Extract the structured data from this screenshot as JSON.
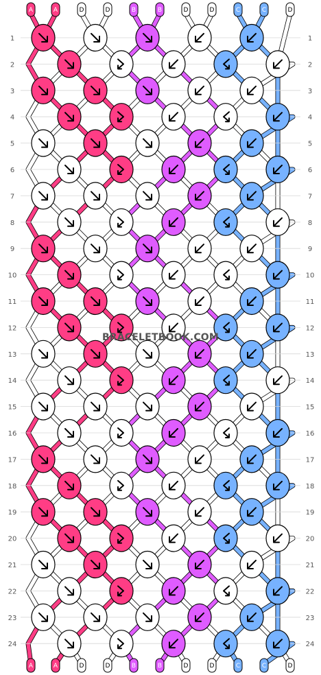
{
  "site": {
    "watermark": "BRACELETBOOK.COM"
  },
  "colors": {
    "A": "#ff3d85",
    "B": "#df5cff",
    "C": "#77b2ff",
    "D": "#ffffff"
  },
  "strands": [
    "A",
    "A",
    "D",
    "D",
    "B",
    "B",
    "D",
    "D",
    "C",
    "C",
    "D"
  ],
  "row_numbers": [
    "1",
    "2",
    "3",
    "4",
    "5",
    "6",
    "7",
    "8",
    "9",
    "10",
    "11",
    "12",
    "13",
    "14",
    "15",
    "16",
    "17",
    "18",
    "19",
    "20",
    "21",
    "22",
    "23",
    "24"
  ],
  "knots": [
    [
      [
        "A",
        "R"
      ],
      [
        "D",
        "R"
      ],
      [
        "B",
        "R"
      ],
      [
        "D",
        "L"
      ],
      [
        "C",
        "L"
      ]
    ],
    [
      [
        "A",
        "R"
      ],
      [
        "D",
        "RL"
      ],
      [
        "D",
        "L"
      ],
      [
        "C",
        "LR"
      ],
      [
        "D",
        "L"
      ]
    ],
    [
      [
        "A",
        "R"
      ],
      [
        "A",
        "R"
      ],
      [
        "B",
        "R"
      ],
      [
        "D",
        "L"
      ],
      [
        "D",
        "L"
      ]
    ],
    [
      [
        "A",
        "R"
      ],
      [
        "A",
        "RL"
      ],
      [
        "D",
        "L"
      ],
      [
        "D",
        "LR"
      ],
      [
        "C",
        "L"
      ]
    ],
    [
      [
        "D",
        "R"
      ],
      [
        "A",
        "R"
      ],
      [
        "D",
        "R"
      ],
      [
        "B",
        "L"
      ],
      [
        "C",
        "L"
      ]
    ],
    [
      [
        "D",
        "R"
      ],
      [
        "A",
        "RL"
      ],
      [
        "B",
        "L"
      ],
      [
        "C",
        "LR"
      ],
      [
        "C",
        "L"
      ]
    ],
    [
      [
        "D",
        "R"
      ],
      [
        "D",
        "R"
      ],
      [
        "D",
        "R"
      ],
      [
        "B",
        "L"
      ],
      [
        "C",
        "L"
      ]
    ],
    [
      [
        "D",
        "R"
      ],
      [
        "D",
        "RL"
      ],
      [
        "B",
        "L"
      ],
      [
        "C",
        "LR"
      ],
      [
        "D",
        "L"
      ]
    ],
    [
      [
        "A",
        "R"
      ],
      [
        "D",
        "R"
      ],
      [
        "B",
        "R"
      ],
      [
        "D",
        "L"
      ],
      [
        "D",
        "L"
      ]
    ],
    [
      [
        "A",
        "R"
      ],
      [
        "D",
        "RL"
      ],
      [
        "D",
        "L"
      ],
      [
        "D",
        "LR"
      ],
      [
        "C",
        "L"
      ]
    ],
    [
      [
        "A",
        "R"
      ],
      [
        "A",
        "R"
      ],
      [
        "B",
        "R"
      ],
      [
        "D",
        "L"
      ],
      [
        "C",
        "L"
      ]
    ],
    [
      [
        "A",
        "R"
      ],
      [
        "A",
        "RL"
      ],
      [
        "D",
        "L"
      ],
      [
        "C",
        "LR"
      ],
      [
        "C",
        "L"
      ]
    ],
    [
      [
        "D",
        "R"
      ],
      [
        "A",
        "R"
      ],
      [
        "D",
        "R"
      ],
      [
        "B",
        "L"
      ],
      [
        "C",
        "L"
      ]
    ],
    [
      [
        "D",
        "R"
      ],
      [
        "A",
        "RL"
      ],
      [
        "B",
        "L"
      ],
      [
        "C",
        "LR"
      ],
      [
        "D",
        "L"
      ]
    ],
    [
      [
        "D",
        "R"
      ],
      [
        "D",
        "R"
      ],
      [
        "D",
        "R"
      ],
      [
        "B",
        "L"
      ],
      [
        "D",
        "L"
      ]
    ],
    [
      [
        "D",
        "R"
      ],
      [
        "D",
        "RL"
      ],
      [
        "B",
        "L"
      ],
      [
        "D",
        "LR"
      ],
      [
        "C",
        "L"
      ]
    ],
    [
      [
        "A",
        "R"
      ],
      [
        "D",
        "R"
      ],
      [
        "B",
        "R"
      ],
      [
        "D",
        "L"
      ],
      [
        "C",
        "L"
      ]
    ],
    [
      [
        "A",
        "R"
      ],
      [
        "D",
        "RL"
      ],
      [
        "D",
        "L"
      ],
      [
        "C",
        "LR"
      ],
      [
        "C",
        "L"
      ]
    ],
    [
      [
        "A",
        "R"
      ],
      [
        "A",
        "R"
      ],
      [
        "B",
        "R"
      ],
      [
        "D",
        "L"
      ],
      [
        "C",
        "L"
      ]
    ],
    [
      [
        "A",
        "R"
      ],
      [
        "A",
        "RL"
      ],
      [
        "D",
        "L"
      ],
      [
        "C",
        "LR"
      ],
      [
        "D",
        "L"
      ]
    ],
    [
      [
        "D",
        "R"
      ],
      [
        "A",
        "R"
      ],
      [
        "D",
        "R"
      ],
      [
        "B",
        "L"
      ],
      [
        "D",
        "L"
      ]
    ],
    [
      [
        "D",
        "R"
      ],
      [
        "A",
        "RL"
      ],
      [
        "B",
        "L"
      ],
      [
        "D",
        "LR"
      ],
      [
        "C",
        "L"
      ]
    ],
    [
      [
        "D",
        "R"
      ],
      [
        "D",
        "R"
      ],
      [
        "D",
        "R"
      ],
      [
        "B",
        "L"
      ],
      [
        "C",
        "L"
      ]
    ],
    [
      [
        "D",
        "R"
      ],
      [
        "D",
        "RL"
      ],
      [
        "B",
        "L"
      ],
      [
        "C",
        "LR"
      ],
      [
        "C",
        "L"
      ]
    ]
  ]
}
